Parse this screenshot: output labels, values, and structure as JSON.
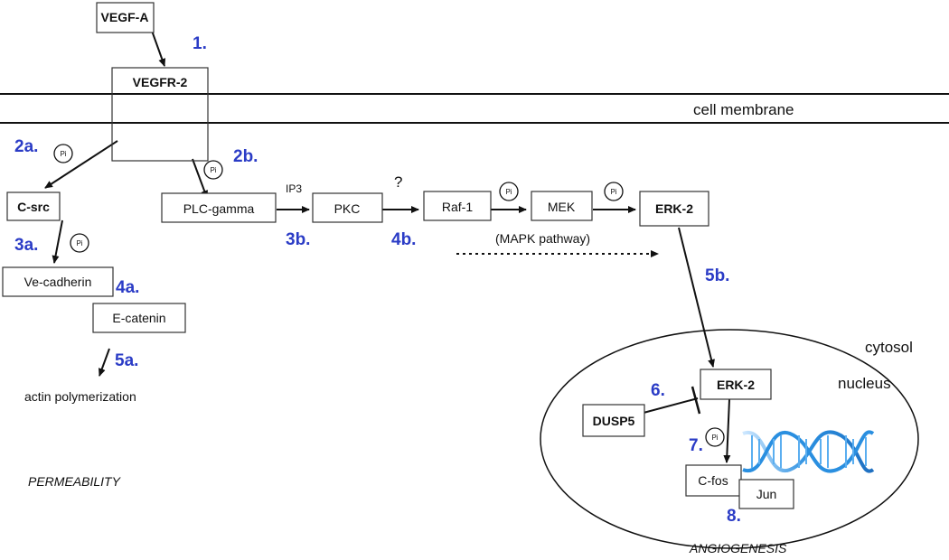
{
  "nodes": {
    "vegf_a": "VEGF-A",
    "vegfr_2": "VEGFR-2",
    "c_src": "C-src",
    "ve_cadherin": "Ve-cadherin",
    "e_catenin": "E-catenin",
    "plc_gamma": "PLC-gamma",
    "pkc": "PKC",
    "raf_1": "Raf-1",
    "mek": "MEK",
    "erk_2_cyto": "ERK-2",
    "erk_2_nuc": "ERK-2",
    "dusp5": "DUSP5",
    "c_fos": "C-fos",
    "jun": "Jun"
  },
  "steps": {
    "s1": "1.",
    "s2a": "2a.",
    "s2b": "2b.",
    "s3a": "3a.",
    "s3b": "3b.",
    "s4a": "4a.",
    "s4b": "4b.",
    "s5a": "5a.",
    "s5b": "5b.",
    "s6": "6.",
    "s7": "7.",
    "s8": "8."
  },
  "labels": {
    "cell_membrane": "cell membrane",
    "ip3": "IP3",
    "question": "?",
    "mapk": "(MAPK pathway)",
    "actin": "actin polymerization",
    "permeability": "PERMEABILITY",
    "angiogenesis": "ANGIOGENESIS",
    "cytosol": "cytosol",
    "nucleus": "nucleus",
    "phosphate": "Pi"
  },
  "colors": {
    "step_label": "#2b3cc6",
    "dna_helix": "#2a8fe0"
  },
  "icons": {
    "phosphate": "phosphate-icon",
    "dna": "dna-helix-icon"
  }
}
